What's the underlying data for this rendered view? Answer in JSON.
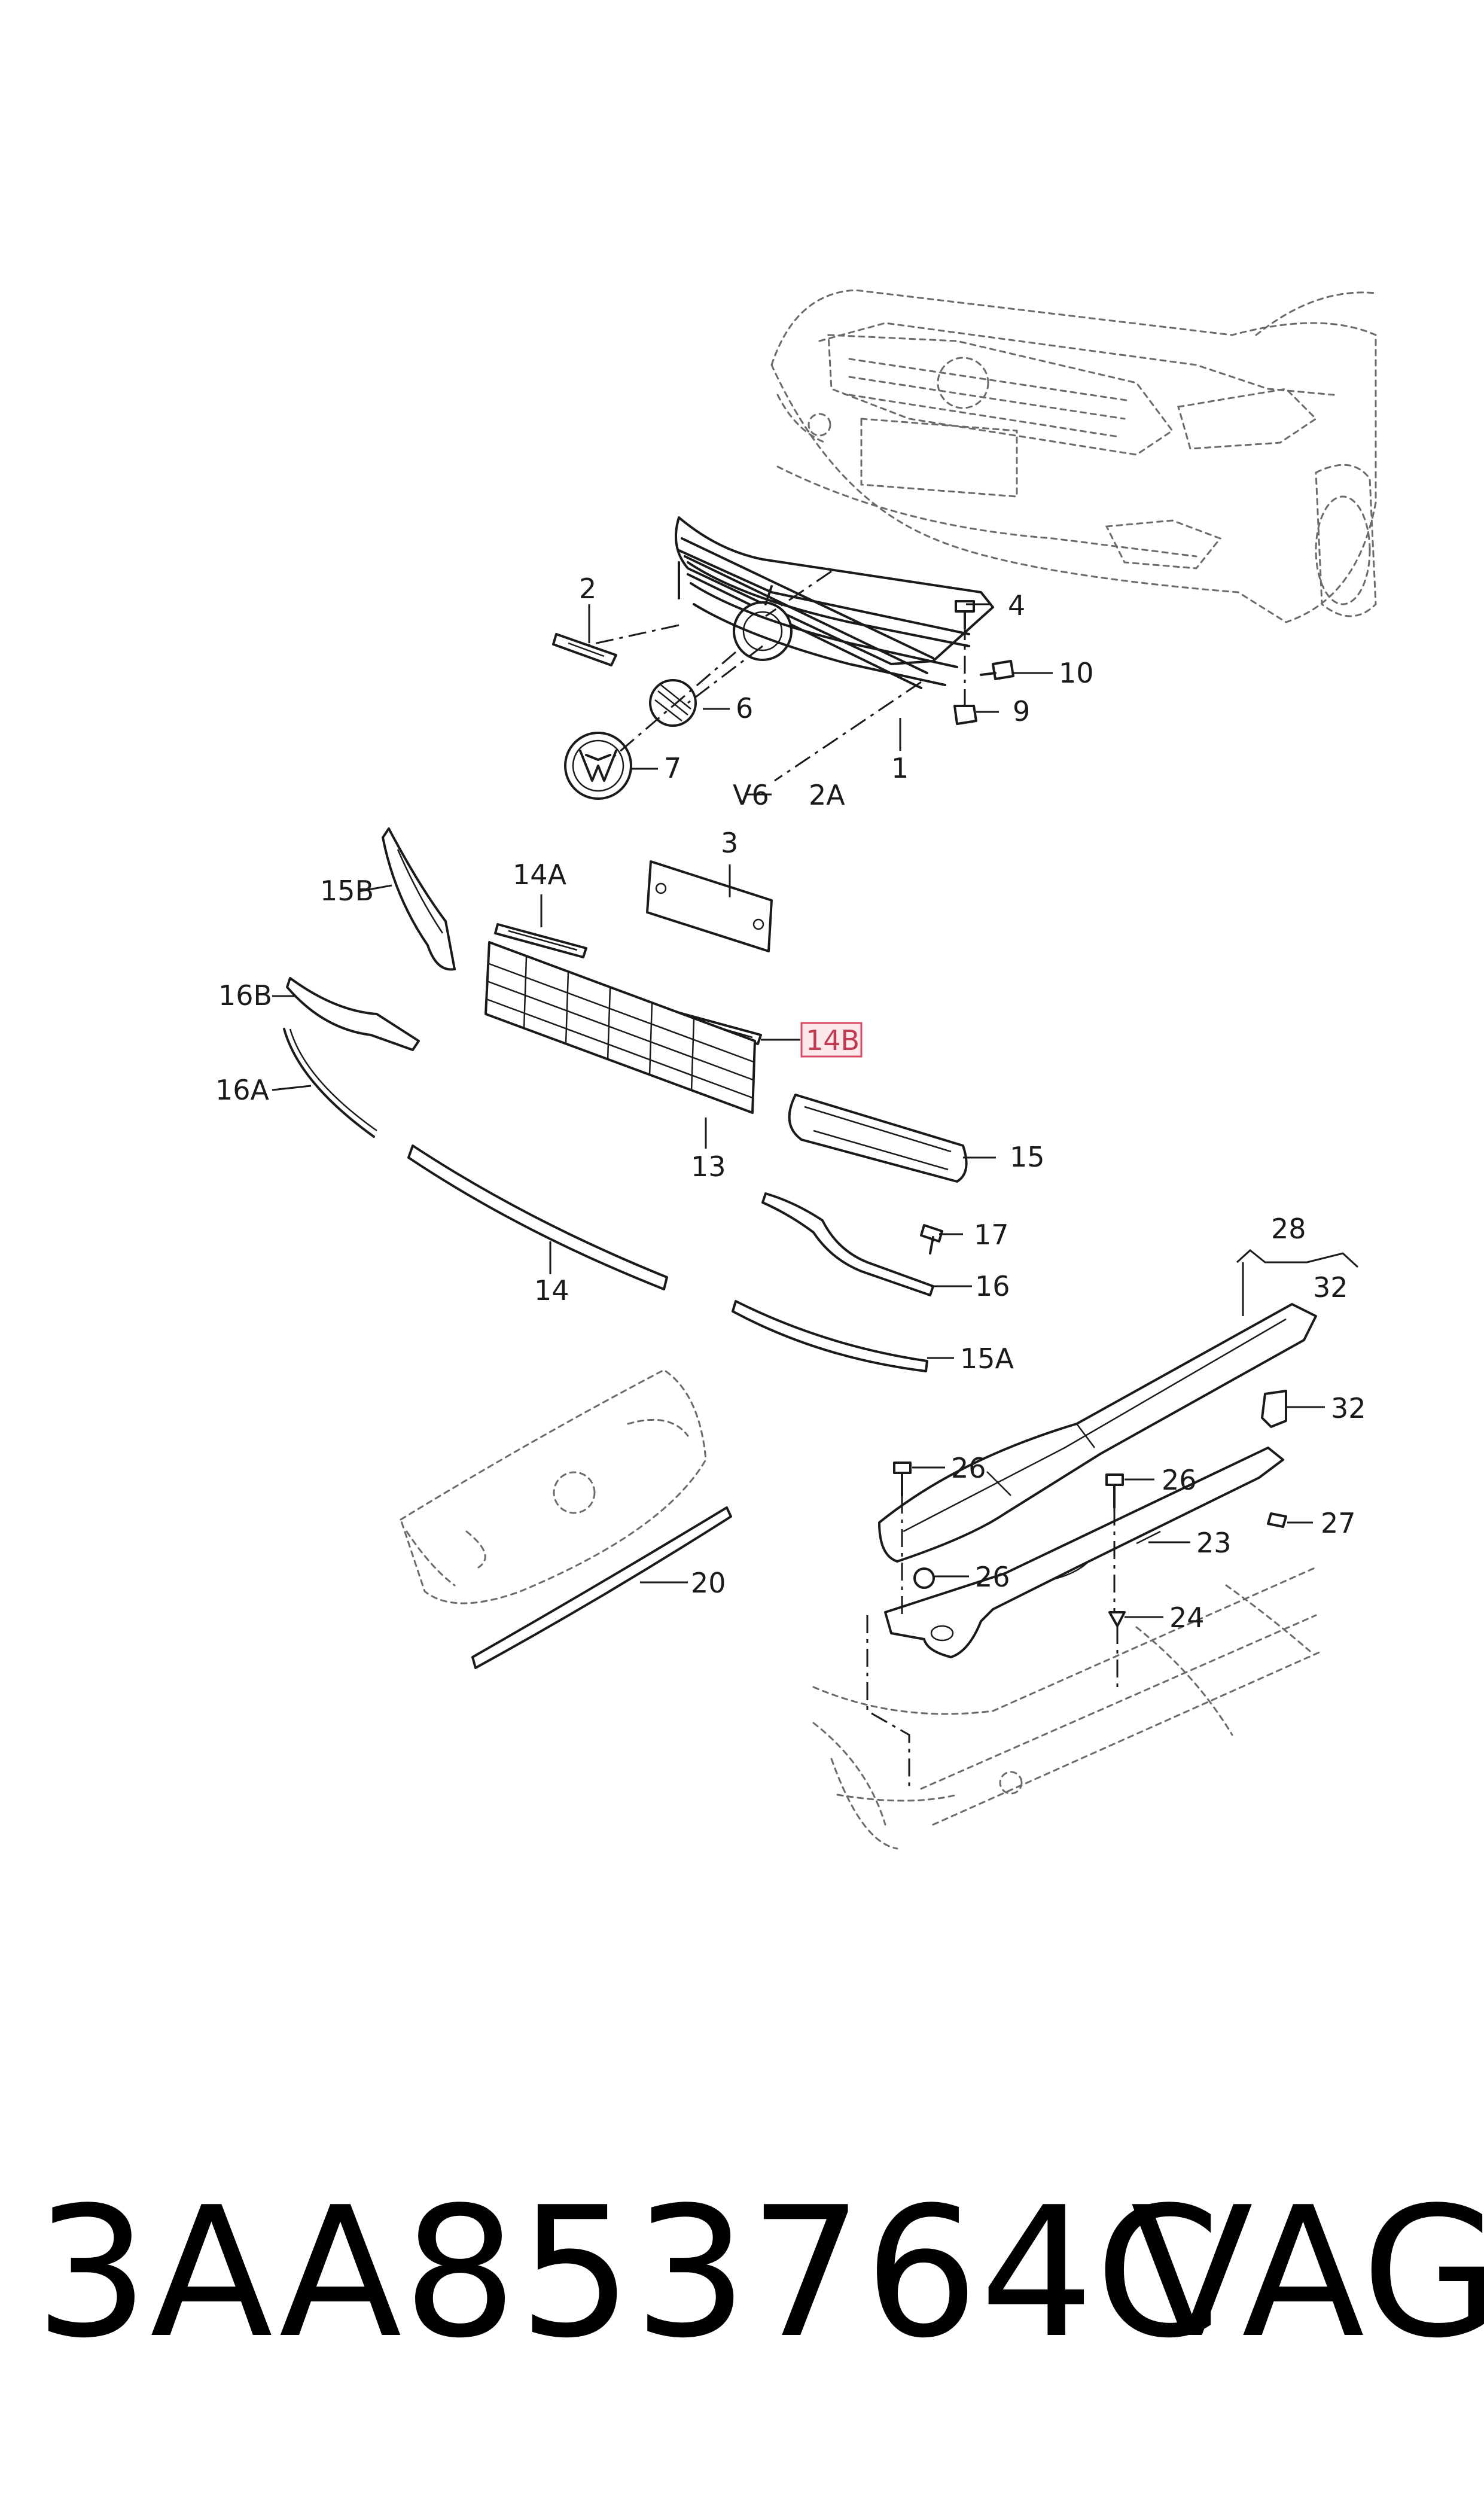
{
  "diagram": {
    "callouts": [
      {
        "id": "1",
        "label": "1"
      },
      {
        "id": "2",
        "label": "2"
      },
      {
        "id": "2A",
        "label": "2A"
      },
      {
        "id": "3",
        "label": "3"
      },
      {
        "id": "4",
        "label": "4"
      },
      {
        "id": "6",
        "label": "6"
      },
      {
        "id": "7",
        "label": "7"
      },
      {
        "id": "9",
        "label": "9"
      },
      {
        "id": "10",
        "label": "10"
      },
      {
        "id": "13",
        "label": "13"
      },
      {
        "id": "14",
        "label": "14"
      },
      {
        "id": "14A",
        "label": "14A"
      },
      {
        "id": "14B",
        "label": "14B",
        "highlighted": true
      },
      {
        "id": "15",
        "label": "15"
      },
      {
        "id": "15A",
        "label": "15A"
      },
      {
        "id": "15B",
        "label": "15B"
      },
      {
        "id": "16",
        "label": "16"
      },
      {
        "id": "16A",
        "label": "16A"
      },
      {
        "id": "16B",
        "label": "16B"
      },
      {
        "id": "17",
        "label": "17"
      },
      {
        "id": "20",
        "label": "20"
      },
      {
        "id": "23",
        "label": "23"
      },
      {
        "id": "24",
        "label": "24"
      },
      {
        "id": "26a",
        "label": "26"
      },
      {
        "id": "26b",
        "label": "26"
      },
      {
        "id": "26c",
        "label": "26"
      },
      {
        "id": "27",
        "label": "27"
      },
      {
        "id": "28",
        "label": "28"
      },
      {
        "id": "32a",
        "label": "32"
      },
      {
        "id": "32b",
        "label": "32"
      }
    ],
    "grille_marking": "V6",
    "highlight_color": "#d94a62"
  },
  "footer": {
    "part_number": "3AA853764C",
    "brand": "VAG"
  }
}
